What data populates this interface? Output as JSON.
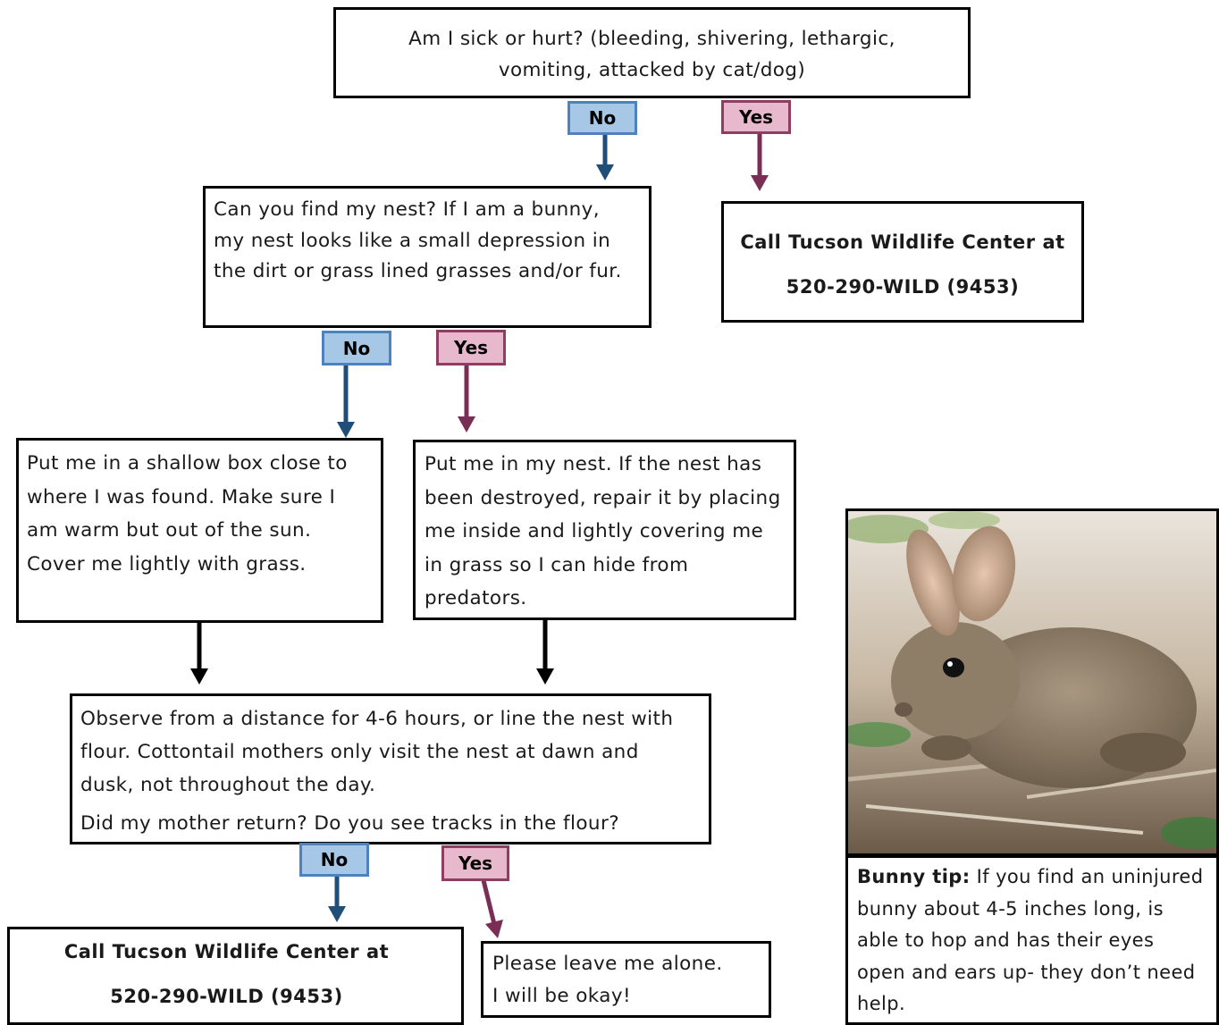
{
  "q1": {
    "text": "Am I sick or hurt? (bleeding, shivering, lethargic, vomiting, attacked by cat/dog)"
  },
  "q1_no": "No",
  "q1_yes": "Yes",
  "call_top": {
    "line1": "Call Tucson Wildlife Center at",
    "line2": "520-290-WILD (9453)"
  },
  "q2": {
    "text": "Can you find my nest? If I am a bunny, my nest looks like a small depression in the dirt or grass lined grasses and/or fur."
  },
  "q2_no": "No",
  "q2_yes": "Yes",
  "no_nest": {
    "text": "Put me in a shallow box close to where I was found. Make sure I am warm but out of the sun. Cover me lightly with grass."
  },
  "yes_nest": {
    "text": "Put me in my nest. If the nest has been destroyed, repair it by placing me inside and lightly covering me in grass so I can hide from predators."
  },
  "observe": {
    "text": "Observe from a distance for 4-6 hours, or line the nest with flour. Cottontail mothers only visit the nest at dawn and dusk, not throughout the day.",
    "question": "Did my mother return? Do you see tracks in the flour?"
  },
  "q3_no": "No",
  "q3_yes": "Yes",
  "call_bottom": {
    "line1": "Call Tucson Wildlife Center at",
    "line2": "520-290-WILD (9453)"
  },
  "leave": {
    "line1": "Please leave me alone.",
    "line2": "I will be okay!"
  },
  "tip": {
    "label": "Bunny tip:",
    "text": " If you find an uninjured bunny about 4-5 inches long, is able to hop and has their eyes open and ears up- they don’t need help."
  },
  "colors": {
    "no_fill": "#a7c7e7",
    "no_border": "#4f81bd",
    "no_arrow": "#1f4e79",
    "yes_fill": "#e8b9cc",
    "yes_border": "#8e3e63",
    "yes_arrow": "#7b2e55"
  },
  "icons": {
    "photo": "cottontail-bunny-photo"
  }
}
